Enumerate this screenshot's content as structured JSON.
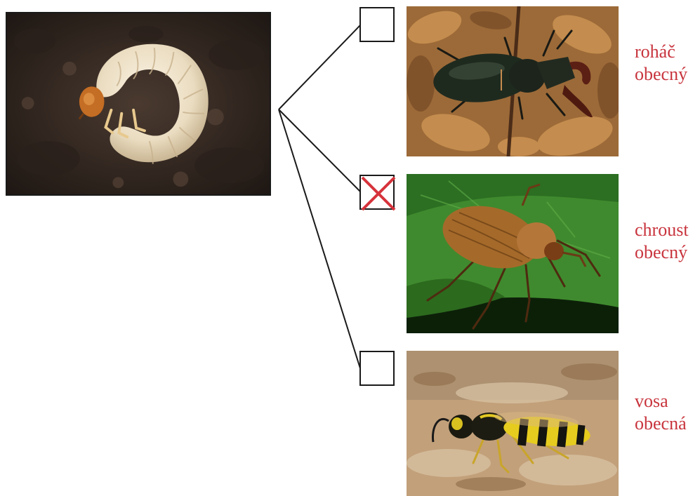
{
  "worksheet": {
    "main_image": {
      "subject": "beetle larva in soil",
      "icon": "larva-photo"
    },
    "options": [
      {
        "name_line1": "roháč",
        "name_line2": "obecný",
        "checked": false,
        "icon": "stag-beetle-photo"
      },
      {
        "name_line1": "chroust",
        "name_line2": "obecný",
        "checked": true,
        "mark": "cross",
        "icon": "cockchafer-photo"
      },
      {
        "name_line1": "vosa",
        "name_line2": "obecná",
        "checked": false,
        "icon": "wasp-photo"
      }
    ],
    "colors": {
      "label_text": "#c8343d",
      "cross_mark": "#d6333b",
      "line": "#1a1a1a"
    }
  }
}
